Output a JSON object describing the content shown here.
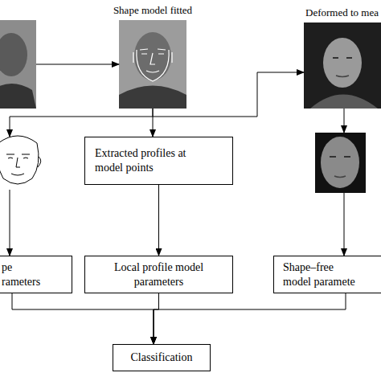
{
  "diagram": {
    "nodes": [
      {
        "text": [
          "Shape model fitted"
        ]
      },
      {
        "text": [
          "Deformed to mea"
        ]
      },
      {
        "text": [
          "Extracted profiles at model points"
        ]
      },
      {
        "text": [
          "pe rameters"
        ]
      },
      {
        "text": [
          "Local profile model parameters"
        ]
      },
      {
        "text": [
          "Shape–free model paramete"
        ]
      },
      {
        "text": [
          "Classification"
        ]
      }
    ],
    "edges": [
      {
        "from": 0,
        "to": 2,
        "arrow": "to"
      },
      {
        "from": 0,
        "to": 1,
        "arrow": "to"
      },
      {
        "from": 2,
        "to": 4,
        "arrow": "to"
      },
      {
        "from": 3,
        "to": 6,
        "arrow": "to"
      },
      {
        "from": 4,
        "to": 6,
        "arrow": "to"
      },
      {
        "from": 5,
        "to": 6,
        "arrow": "to"
      }
    ]
  }
}
